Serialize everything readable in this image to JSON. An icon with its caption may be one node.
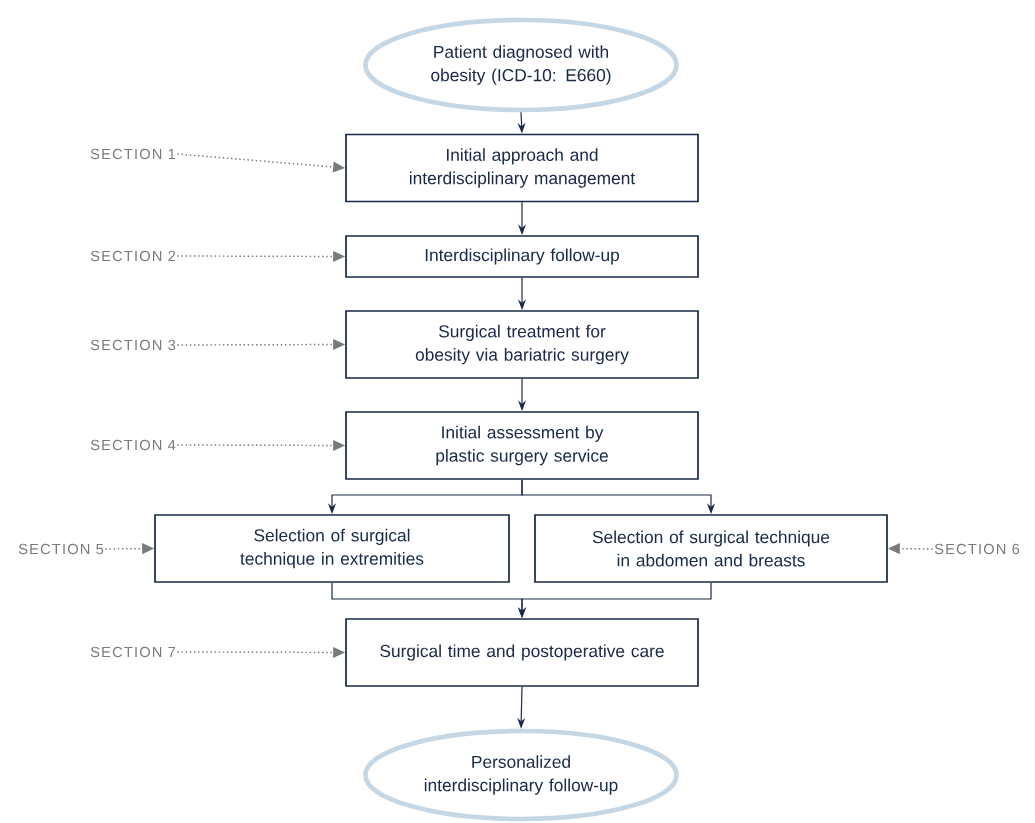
{
  "diagram": {
    "nodes": [
      {
        "text": [
          "Patient diagnosed with obesity (ICD-10: E660)"
        ]
      },
      {
        "text": [
          "Initial approach and interdisciplinary management"
        ]
      },
      {
        "text": [
          "Interdisciplinary follow-up"
        ]
      },
      {
        "text": [
          "Surgical treatment for obesity via bariatric surgery"
        ]
      },
      {
        "text": [
          "Initial assessment by plastic surgery service"
        ]
      },
      {
        "text": [
          "Selection of surgical technique in extremities"
        ]
      },
      {
        "text": [
          "Selection of surgical technique in abdomen and breasts"
        ]
      },
      {
        "text": [
          "Surgical time and postoperative care"
        ]
      },
      {
        "text": [
          "Personalized interdisciplinary follow-up"
        ]
      },
      {
        "text": [
          "SECTION 1"
        ]
      },
      {
        "text": [
          "SECTION 2"
        ]
      },
      {
        "text": [
          "SECTION 3"
        ]
      },
      {
        "text": [
          "SECTION 4"
        ]
      },
      {
        "text": [
          "SECTION 5"
        ]
      },
      {
        "text": [
          "SECTION 6"
        ]
      },
      {
        "text": [
          "SECTION 7"
        ]
      }
    ],
    "edges": [
      {
        "from": 0,
        "to": 1,
        "arrow": "to"
      },
      {
        "from": 1,
        "to": 2,
        "arrow": "to"
      },
      {
        "from": 2,
        "to": 3,
        "arrow": "to"
      },
      {
        "from": 3,
        "to": 4,
        "arrow": "to"
      },
      {
        "from": 4,
        "to": 5,
        "arrow": "to"
      },
      {
        "from": 4,
        "to": 6,
        "arrow": "to"
      },
      {
        "from": 5,
        "to": 7,
        "arrow": "to"
      },
      {
        "from": 6,
        "to": 7,
        "arrow": "to"
      },
      {
        "from": 7,
        "to": 8,
        "arrow": "to"
      },
      {
        "from": 9,
        "to": 1,
        "arrow": "to",
        "style": "dashed",
        "color": "#7a7a7a"
      },
      {
        "from": 10,
        "to": 2,
        "arrow": "to",
        "style": "dashed",
        "color": "#7a7a7a"
      },
      {
        "from": 11,
        "to": 3,
        "arrow": "to",
        "style": "dashed",
        "color": "#7a7a7a"
      },
      {
        "from": 12,
        "to": 4,
        "arrow": "to",
        "style": "dashed",
        "color": "#7a7a7a"
      },
      {
        "from": 13,
        "to": 5,
        "arrow": "to",
        "style": "dashed",
        "color": "#7a7a7a"
      },
      {
        "from": 14,
        "to": 6,
        "arrow": "to",
        "style": "dashed",
        "color": "#7a7a7a"
      },
      {
        "from": 15,
        "to": 7,
        "arrow": "to",
        "style": "dashed",
        "color": "#7a7a7a"
      }
    ]
  }
}
